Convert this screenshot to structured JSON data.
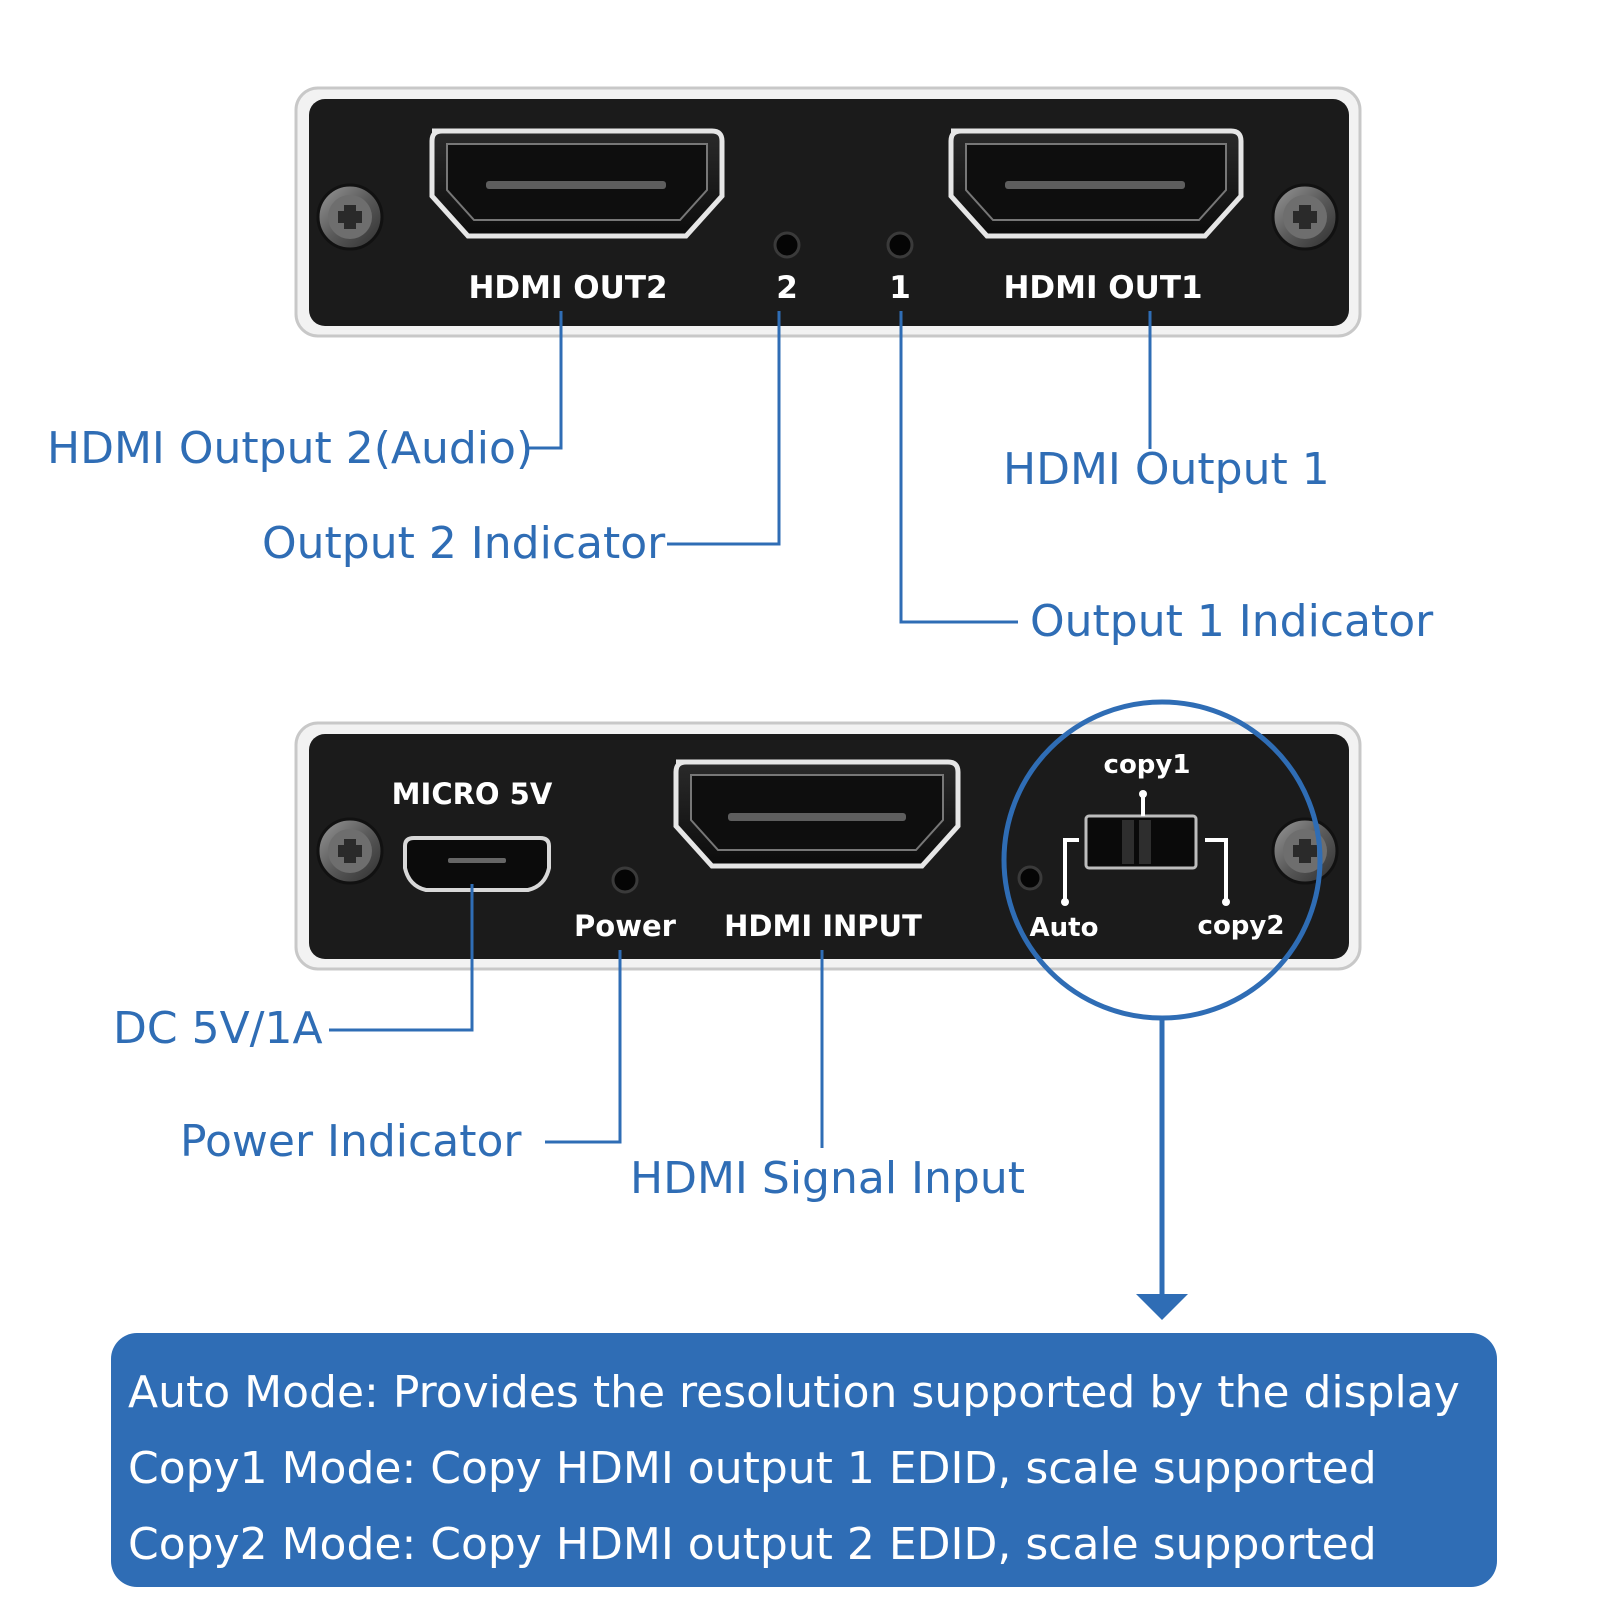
{
  "top_panel": {
    "hdmi_out2_label": "HDMI OUT2",
    "led2_label": "2",
    "led1_label": "1",
    "hdmi_out1_label": "HDMI OUT1"
  },
  "bottom_panel": {
    "micro_label": "MICRO 5V",
    "power_label": "Power",
    "hdmi_input_label": "HDMI INPUT",
    "switch": {
      "copy1_label": "copy1",
      "auto_label": "Auto",
      "copy2_label": "copy2"
    }
  },
  "callouts": {
    "hdmi_output_2": "HDMI Output 2(Audio)",
    "output_2_indicator": "Output 2 Indicator",
    "hdmi_output_1": "HDMI Output 1",
    "output_1_indicator": "Output 1 Indicator",
    "dc_power": "DC 5V/1A",
    "power_indicator": "Power Indicator",
    "hdmi_signal_input": "HDMI Signal Input"
  },
  "modes": [
    "Auto Mode: Provides the resolution supported by the display",
    "Copy1 Mode: Copy HDMI output 1 EDID, scale supported",
    "Copy2 Mode: Copy HDMI output 2 EDID, scale supported"
  ],
  "colors": {
    "accent": "#2f6db5",
    "panel": "#1b1b1b",
    "panel_frame": "#e8e8e8",
    "silkscreen": "#ffffff"
  }
}
